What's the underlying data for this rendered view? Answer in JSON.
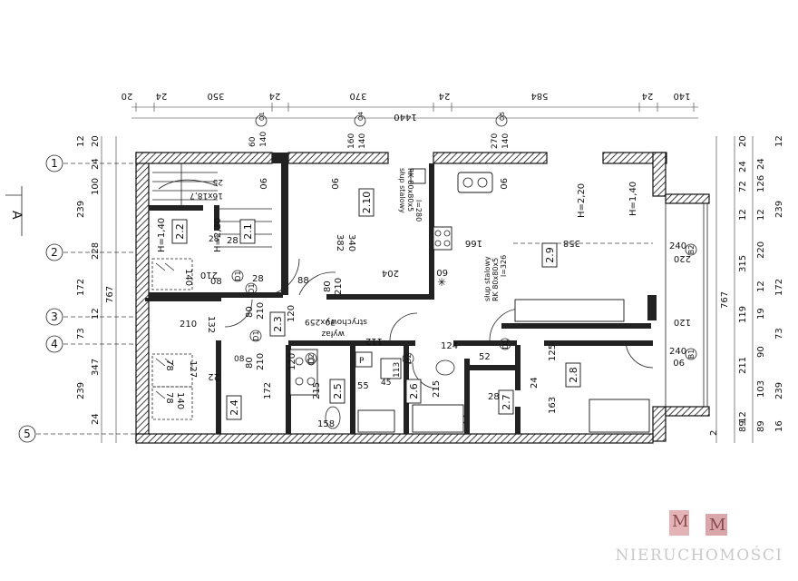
{
  "top_dims": {
    "row1": [
      "20",
      "24",
      "350",
      "24",
      "370",
      "24",
      "584",
      "24",
      "140"
    ],
    "overall": "1440"
  },
  "columns": [
    {
      "label": "O1",
      "dims": [
        "60",
        "140"
      ]
    },
    {
      "label": "O4",
      "dims": [
        "160",
        "140"
      ]
    },
    {
      "label": "O5",
      "dims": [
        "270",
        "140"
      ]
    }
  ],
  "axes": [
    "1",
    "2",
    "3",
    "4",
    "5"
  ],
  "section_marker": "A",
  "left_dims": {
    "outer": [
      "12",
      "20",
      "239",
      "100",
      "228",
      "24",
      "172",
      "767",
      "12",
      "73",
      "347",
      "239",
      "24"
    ]
  },
  "right_dims": {
    "col1": [
      "20",
      "24",
      "72",
      "126",
      "239",
      "12",
      "315",
      "220",
      "767",
      "12",
      "172",
      "19",
      "119",
      "73",
      "90",
      "211",
      "103",
      "239",
      "89",
      "89",
      "16",
      "2"
    ],
    "col2": [
      "12",
      "24",
      "12",
      "12"
    ]
  },
  "rooms": [
    {
      "id": "2.1"
    },
    {
      "id": "2.2"
    },
    {
      "id": "2.3"
    },
    {
      "id": "2.4"
    },
    {
      "id": "2.5"
    },
    {
      "id": "2.6"
    },
    {
      "id": "2.7"
    },
    {
      "id": "2.8"
    },
    {
      "id": "2.9"
    },
    {
      "id": "2.10"
    }
  ],
  "doors": [
    "D1",
    "D1",
    "D2",
    "D2",
    "D1",
    "D1",
    "B2",
    "B1"
  ],
  "stairs": {
    "label": "16x18,7",
    "width": "25"
  },
  "heights": [
    "H=1,40",
    "H=2,20",
    "H=2,20",
    "H=1,40"
  ],
  "columns_steel": [
    {
      "title": "słup stalowy",
      "profile": "RK 80x80x5",
      "length": "l=280"
    },
    {
      "title": "słup stalowy",
      "profile": "RK 80x80x5",
      "length": "l=326"
    }
  ],
  "annotations": {
    "wyl": "wyłaz",
    "strych": "strychowy",
    "strych_size": "70x259",
    "a382": "382",
    "a340": "340",
    "a358": "358",
    "a166": "166",
    "a204": "204",
    "a88": "88",
    "a60": "60",
    "a90a": "90",
    "a90b": "90",
    "a90c": "90",
    "a28a": "28",
    "a28b": "28",
    "a28c": "28",
    "a80a": "80",
    "a80b": "80",
    "a80c": "80",
    "a210a": "210",
    "a210b": "210",
    "a210c": "210",
    "a210d": "210",
    "a210e": "210",
    "a08a": "08",
    "a08b": "08",
    "a140a": "140",
    "a140b": "140",
    "a127": "127",
    "a78a": "78",
    "a78b": "78",
    "a132": "132",
    "a120a": "120",
    "a120b": "120",
    "a112": "112",
    "a124": "124",
    "a52": "52",
    "a125": "125",
    "a24a": "24",
    "a163": "163",
    "a215a": "215",
    "a215b": "215",
    "a55": "55",
    "a45": "45",
    "a113": "113",
    "a158": "158",
    "a172": "172",
    "a22": "22",
    "a240a": "240",
    "a240b": "240",
    "a220": "220",
    "a120c": "120",
    "a90d": "90",
    "a28d": "28",
    "P": "P"
  },
  "watermark": {
    "letters": [
      "M",
      "M"
    ],
    "text": "NIERUCHOMOŚCI"
  }
}
